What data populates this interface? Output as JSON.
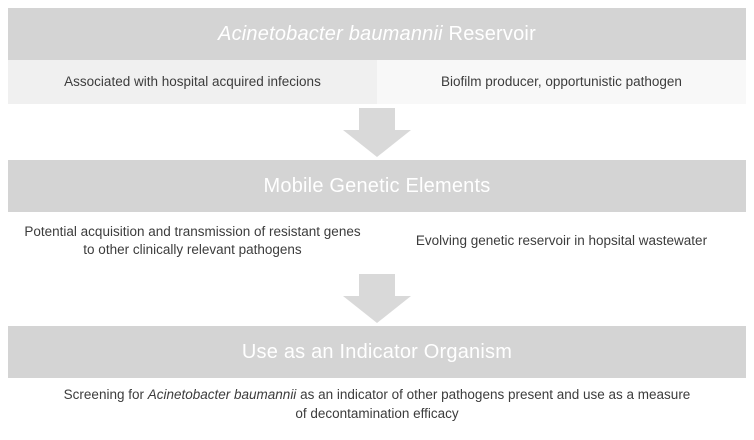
{
  "sections": {
    "reservoir": {
      "title_italic": "Acinetobacter baumannii",
      "title_rest": " Reservoir",
      "left_note": "Associated with hospital acquired infecions",
      "right_note": "Biofilm producer, opportunistic pathogen"
    },
    "mobile_genetic_elements": {
      "title": "Mobile Genetic Elements",
      "left_note": "Potential acquisition and transmission of resistant genes to other clinically relevant pathogens",
      "right_note": "Evolving genetic reservoir in hopsital wastewater"
    },
    "indicator_organism": {
      "title": "Use as an Indicator Organism",
      "note_prefix": "Screening for ",
      "note_italic": "Acinetobacter baumannii",
      "note_suffix": " as an indicator of other pathogens present and use as a measure of decontamination efficacy"
    }
  },
  "icons": {
    "arrow_1": "down-arrow",
    "arrow_2": "down-arrow"
  },
  "colors": {
    "header_bg": "#d4d4d4",
    "header_text": "#ffffff",
    "subrow_left_bg": "#f0f0f0",
    "subrow_right_bg": "#f8f8f8",
    "arrow_fill": "#d9d9d9",
    "body_text": "#3c3c3c"
  }
}
